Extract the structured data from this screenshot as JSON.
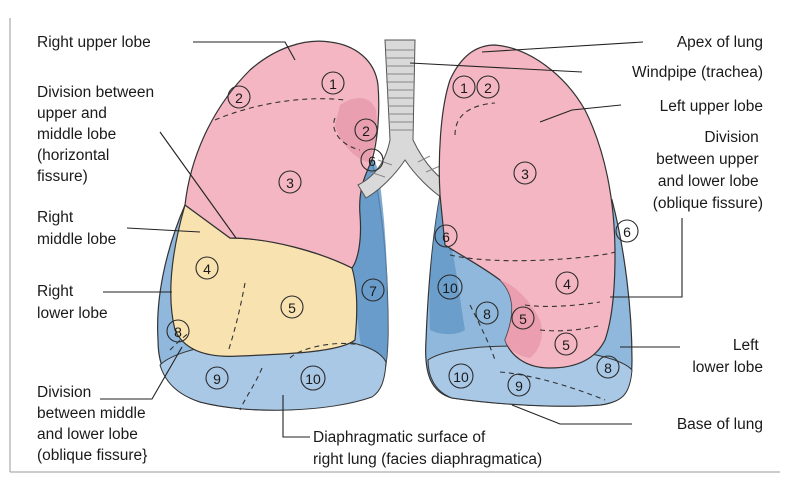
{
  "labels": {
    "right_upper_lobe": "Right upper lobe",
    "division_horizontal": [
      "Division between",
      "upper and",
      "middle lobe",
      "(horizontal",
      "fissure)"
    ],
    "right_middle_lobe": [
      "Right",
      "middle lobe"
    ],
    "right_lower_lobe": [
      "Right",
      "lower lobe"
    ],
    "division_oblique_right": [
      "Division",
      "between middle",
      "and lower lobe",
      "(oblique fissure}"
    ],
    "diaphragmatic_surface": [
      "Diaphragmatic surface of",
      "right lung (facies diaphragmatica)"
    ],
    "apex_of_lung": "Apex of lung",
    "windpipe": "Windpipe (trachea)",
    "left_upper_lobe": "Left upper lobe",
    "division_oblique_left": [
      "Division",
      "between upper",
      "and lower lobe",
      "(oblique fissure)"
    ],
    "left_lower_lobe": [
      "Left",
      "lower lobe"
    ],
    "base_of_lung": "Base of lung"
  },
  "segments": {
    "right": [
      "1",
      "2",
      "2",
      "3",
      "4",
      "5",
      "6",
      "7",
      "8",
      "9",
      "10"
    ],
    "left": [
      "1",
      "2",
      "3",
      "4",
      "5",
      "5",
      "6",
      "6",
      "8",
      "8",
      "9",
      "10",
      "10"
    ]
  },
  "colors": {
    "upper_lobe": "#f3b6c2",
    "middle_lobe": "#f8e2b0",
    "lower_lobe": "#8fb8dc",
    "lower_lobe_dark": "#5f95c6",
    "trachea": "#d9d9d9",
    "outline": "#333333"
  }
}
